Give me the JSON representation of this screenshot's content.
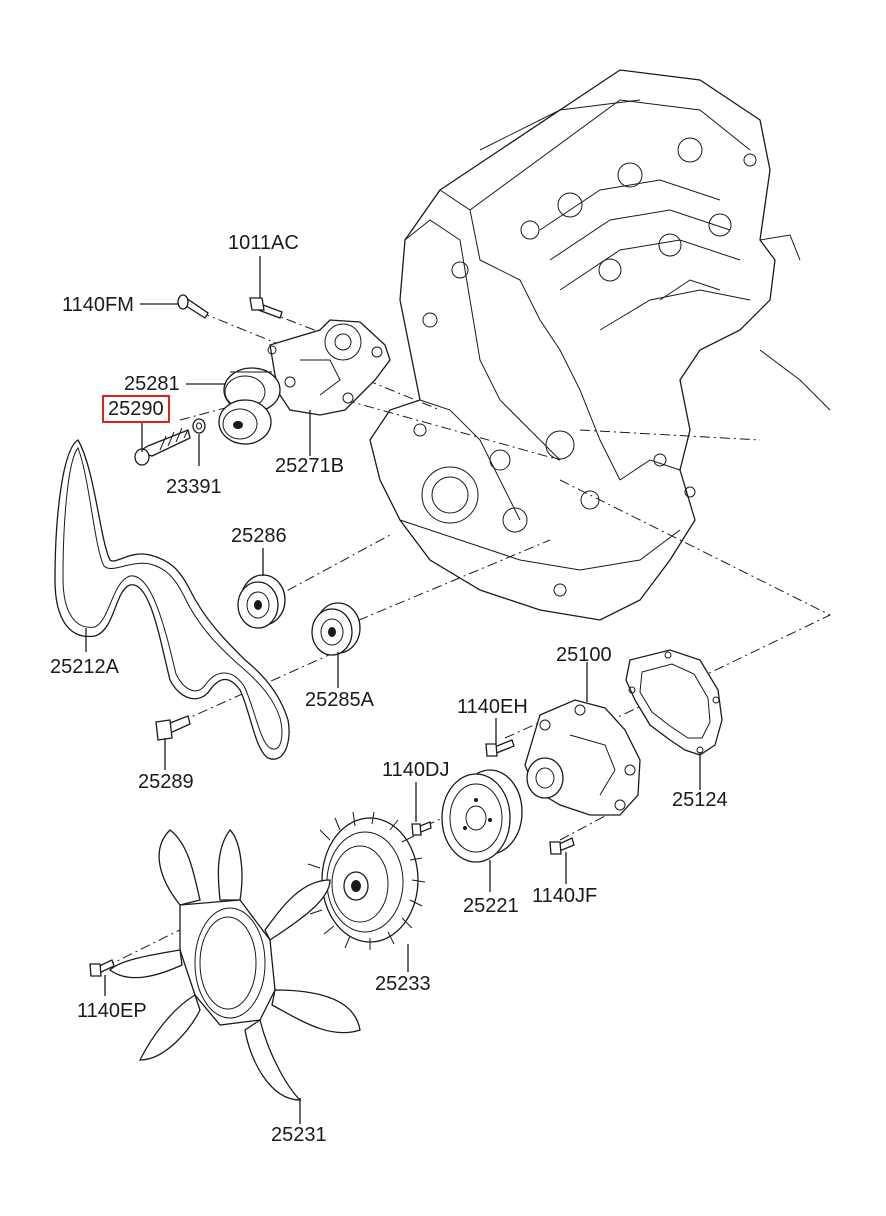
{
  "callouts": {
    "p1011AC": "1011AC",
    "p1140FM": "1140FM",
    "p25281": "25281",
    "p25290": "25290",
    "p23391": "23391",
    "p25271B": "25271B",
    "p25286": "25286",
    "p25212A": "25212A",
    "p25285A": "25285A",
    "p25289": "25289",
    "p25100": "25100",
    "p1140EH": "1140EH",
    "p25124": "25124",
    "p1140DJ": "1140DJ",
    "p25221": "25221",
    "p1140JF": "1140JF",
    "p25233": "25233",
    "p1140EP": "1140EP",
    "p25231": "25231"
  },
  "highlight": {
    "part": "25290",
    "color": "#e02020"
  }
}
